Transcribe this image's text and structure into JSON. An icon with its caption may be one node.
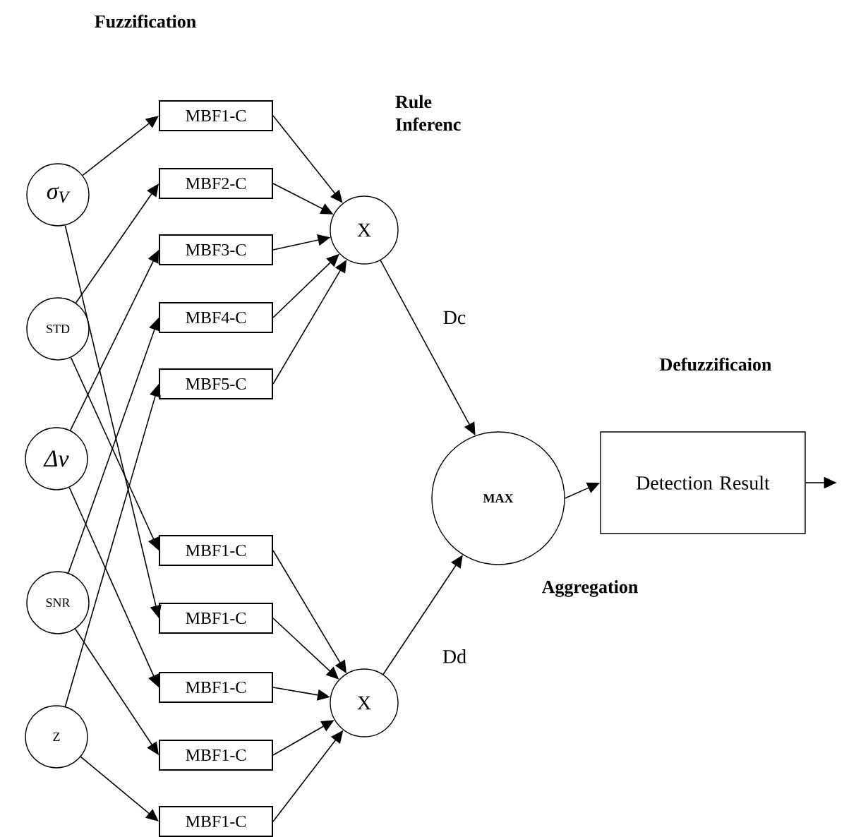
{
  "diagram": {
    "nodes": [
      {
        "text": [
          "σ$_{V}$"
        ]
      },
      {
        "text": [
          "STD"
        ]
      },
      {
        "text": [
          "Δv"
        ]
      },
      {
        "text": [
          "SNR"
        ]
      },
      {
        "text": [
          "Z"
        ]
      },
      {
        "text": [
          "MBF1-C"
        ]
      },
      {
        "text": [
          "MBF2-C"
        ]
      },
      {
        "text": [
          "MBF3-C"
        ]
      },
      {
        "text": [
          "MBF4-C"
        ]
      },
      {
        "text": [
          "MBF5-C"
        ]
      },
      {
        "text": [
          "MBF1-C"
        ]
      },
      {
        "text": [
          "MBF1-C"
        ]
      },
      {
        "text": [
          "MBF1-C"
        ]
      },
      {
        "text": [
          "MBF1-C"
        ]
      },
      {
        "text": [
          "MBF1-C"
        ]
      },
      {
        "text": [
          "X"
        ]
      },
      {
        "text": [
          "X"
        ]
      },
      {
        "text": [
          "MAX"
        ]
      },
      {
        "text": [
          "Detection Result"
        ]
      }
    ],
    "edges": [
      {
        "from": 0,
        "to": 5,
        "arrow": "to"
      },
      {
        "from": 1,
        "to": 6,
        "arrow": "to"
      },
      {
        "from": 2,
        "to": 7,
        "arrow": "to"
      },
      {
        "from": 3,
        "to": 8,
        "arrow": "to"
      },
      {
        "from": 4,
        "to": 9,
        "arrow": "to"
      },
      {
        "from": 1,
        "to": 10,
        "arrow": "to"
      },
      {
        "from": 0,
        "to": 11,
        "arrow": "to"
      },
      {
        "from": 2,
        "to": 12,
        "arrow": "to"
      },
      {
        "from": 3,
        "to": 13,
        "arrow": "to"
      },
      {
        "from": 4,
        "to": 14,
        "arrow": "to"
      },
      {
        "from": 5,
        "to": 15,
        "arrow": "to"
      },
      {
        "from": 6,
        "to": 15,
        "arrow": "to"
      },
      {
        "from": 7,
        "to": 15,
        "arrow": "to"
      },
      {
        "from": 8,
        "to": 15,
        "arrow": "to"
      },
      {
        "from": 9,
        "to": 15,
        "arrow": "to"
      },
      {
        "from": 10,
        "to": 16,
        "arrow": "to"
      },
      {
        "from": 11,
        "to": 16,
        "arrow": "to"
      },
      {
        "from": 12,
        "to": 16,
        "arrow": "to"
      },
      {
        "from": 13,
        "to": 16,
        "arrow": "to"
      },
      {
        "from": 14,
        "to": 16,
        "arrow": "to"
      },
      {
        "from": 15,
        "to": 17,
        "arrow": "to",
        "label": "Dc"
      },
      {
        "from": 16,
        "to": 17,
        "arrow": "to",
        "label": "Dd"
      },
      {
        "from": 17,
        "to": 18,
        "arrow": "to"
      },
      {
        "from": 18,
        "to": null,
        "arrow": "to"
      }
    ],
    "labels": [
      "Fuzzification",
      "Rule Inferenc",
      "Defuzzificaion",
      "**Aggregatio**n"
    ]
  }
}
